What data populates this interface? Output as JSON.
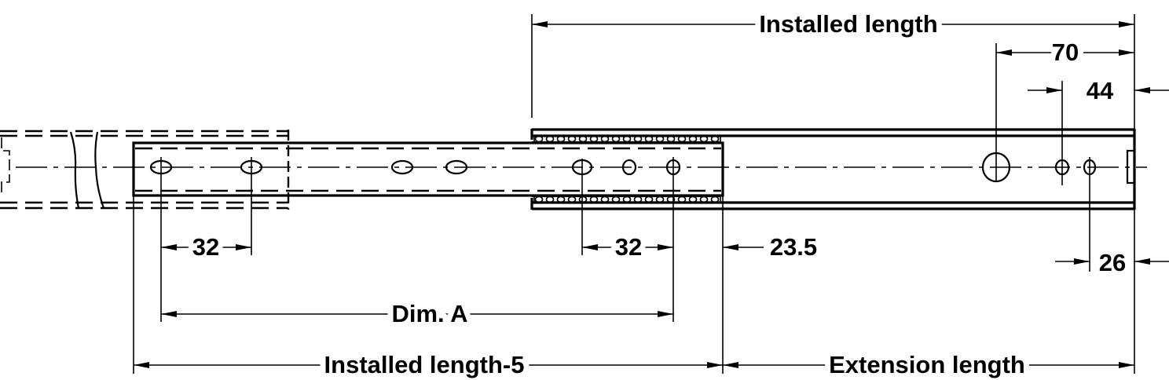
{
  "dimensions": {
    "installed_length": "Installed length",
    "d70": "70",
    "d44": "44",
    "d32_left": "32",
    "d32_right": "32",
    "d23_5": "23.5",
    "d26": "26",
    "dim_a": "Dim. A",
    "installed_length_minus_5": "Installed length-5",
    "extension_length": "Extension length"
  }
}
